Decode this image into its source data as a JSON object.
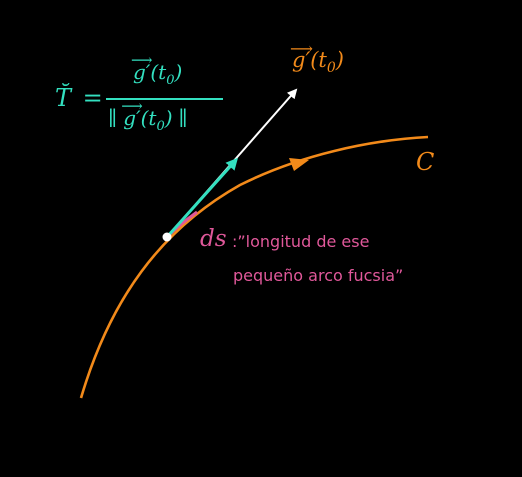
{
  "colors": {
    "background": "#000000",
    "curve": "#f28a1a",
    "tangent": "#33e0c0",
    "derivative_vector": "#ffffff",
    "arc": "#e0589a",
    "point": "#ffffff"
  },
  "labels": {
    "curve_name": "C",
    "derivative_vector": {
      "vec": "g",
      "rest": "′(t",
      "sub": "0",
      "close": ")"
    },
    "tangent_formula": {
      "lhs": "T̆",
      "equals": "=",
      "num": {
        "vec": "g",
        "rest": "′(t",
        "sub": "0",
        "close": ")"
      },
      "den": {
        "open": "∥",
        "vec": "g",
        "rest": "′(t",
        "sub": "0",
        "close": ")",
        "end": "∥"
      }
    },
    "ds_symbol": "ds",
    "ds_text_line1": ":”longitud de ese",
    "ds_text_line2": "pequeño arco fucsia”"
  }
}
